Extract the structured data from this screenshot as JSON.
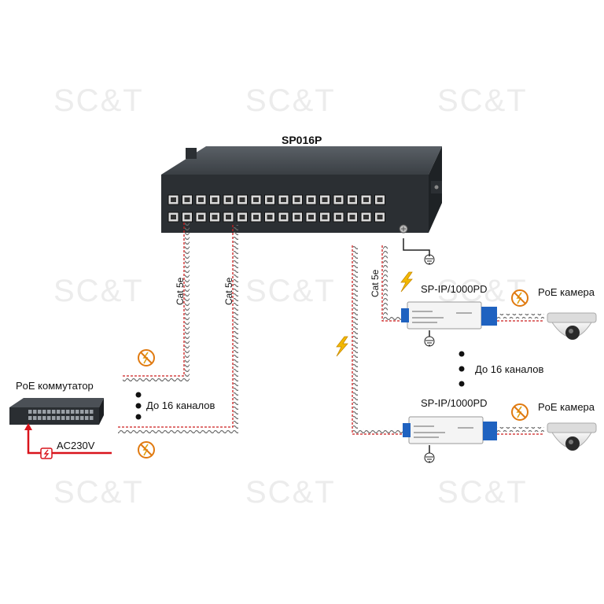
{
  "watermark": "SC&T",
  "hub": {
    "title": "SP016P"
  },
  "cable_label": "Cat 5e",
  "channels_label": "До 16  каналов",
  "protector_label": "SP-IP/1000PD",
  "camera_label": "PoE камера",
  "switch_label": "PoE коммутатор",
  "power_label": "AC230V",
  "colors": {
    "cable_red": "#cc1f1f",
    "cable_twist": "#6b6b6b",
    "power_red": "#d9141c",
    "lightning": "#f2b800",
    "device_dark": "#2f3438",
    "protector_blue": "#1f62c0"
  },
  "icons": [
    "lightning-icon",
    "no-surge-icon",
    "ground-icon",
    "camera-icon"
  ]
}
